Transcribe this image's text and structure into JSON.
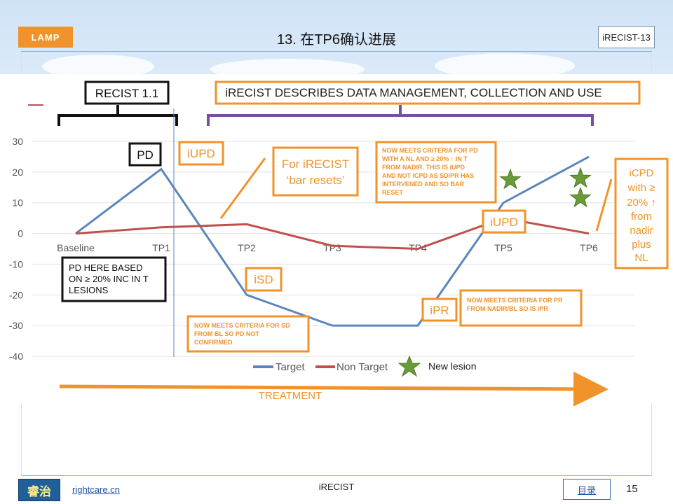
{
  "header": {
    "badge": "LAMP",
    "title": "13. 在TP6确认进展",
    "code": "iRECIST-13"
  },
  "footer": {
    "logo_text": "睿治",
    "link": "rightcare.cn",
    "center": "iRECIST",
    "toc": "目录",
    "page": "15"
  },
  "colors": {
    "target": "#5b86bd",
    "non_target": "#c0504d",
    "annotation": "#f0932b",
    "star": "#6a9a3a"
  },
  "annotations": {
    "recist": "RECIST 1.1",
    "irecist_header": "iRECIST DESCRIBES DATA MANAGEMENT, COLLECTION AND USE",
    "pd": "PD",
    "iupd_tp1": "iUPD",
    "bar_resets_1": "For iRECIST",
    "bar_resets_2": "‘bar resets’",
    "nadir_note": [
      "NOW MEETS CRITERIA FOR PD",
      "WITH A NL AND ≥  20% ↑ IN T",
      "FROM NADIR.  THIS IS iUPD",
      "AND NOT iCPD AS SD/PR HAS",
      "INTERVENED AND SO BAR",
      "RESET"
    ],
    "pd_here": [
      "PD HERE BASED",
      "ON ≥ 20% INC IN T",
      "LESIONS"
    ],
    "isd": "iSD",
    "sd_note": [
      "NOW MEETS CRITERIA FOR SD",
      "FROM BL SO PD NOT",
      "CONFIRMED"
    ],
    "ipr": "iPR",
    "pr_note": [
      "NOW MEETS CRITERIA FOR PR",
      "FROM NADIR/BL SO IS iPR"
    ],
    "iupd_tp5": "iUPD",
    "icpd": [
      "iCPD",
      "with ≥",
      "20% ↑",
      "from",
      "nadir",
      "plus",
      "NL"
    ],
    "treatment": "TREATMENT"
  },
  "chart_data": {
    "type": "line",
    "categories": [
      "Baseline",
      "TP1",
      "TP2",
      "TP3",
      "TP4",
      "TP5",
      "TP6"
    ],
    "y_ticks": [
      30,
      20,
      10,
      0,
      -10,
      -20,
      -30,
      -40
    ],
    "ylim": [
      -40,
      30
    ],
    "grid": true,
    "legend_position": "bottom",
    "series": [
      {
        "name": "Target",
        "values": [
          0,
          21,
          -20,
          -30,
          -30,
          10,
          25
        ]
      },
      {
        "name": "Non Target",
        "values": [
          0,
          2,
          3,
          -4,
          -5,
          5,
          0
        ]
      }
    ],
    "legend": [
      "Target",
      "Non Target",
      "New lesion"
    ],
    "new_lesions": [
      {
        "category": "TP5",
        "count": 1
      },
      {
        "category": "TP6",
        "count": 2
      }
    ]
  }
}
